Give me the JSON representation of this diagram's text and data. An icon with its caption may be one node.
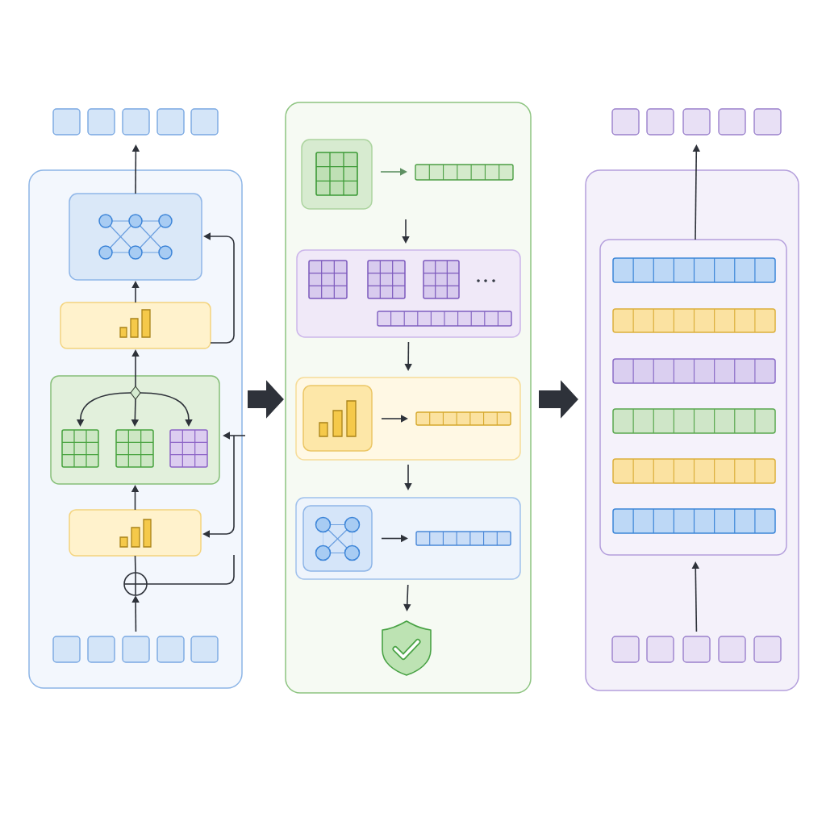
{
  "diagram": {
    "nodes": [
      {
        "text": [],
        "shape": "box"
      },
      {
        "text": [],
        "shape": "box"
      },
      {
        "text": [],
        "shape": "box"
      },
      {
        "text": [],
        "shape": "box"
      },
      {
        "text": [],
        "shape": "box"
      },
      {
        "text": [],
        "shape": "box"
      },
      {
        "text": [],
        "shape": "box",
        "in": 5
      },
      {
        "text": [],
        "shape": "box",
        "in": 5
      },
      {
        "text": [],
        "shape": "box",
        "in": 5
      },
      {
        "text": [],
        "shape": "diamond",
        "in": 8
      },
      {
        "text": [],
        "shape": "grid",
        "in": 8
      },
      {
        "text": [],
        "shape": "grid",
        "in": 8
      },
      {
        "text": [],
        "shape": "grid",
        "in": 8
      },
      {
        "text": [],
        "shape": "box",
        "in": 5
      },
      {
        "text": [],
        "shape": "circle",
        "in": 5
      },
      {
        "text": [],
        "shape": "box",
        "in": 5
      },
      {
        "text": [],
        "shape": "box",
        "in": 5
      },
      {
        "text": [],
        "shape": "box",
        "in": 5
      },
      {
        "text": [],
        "shape": "box",
        "in": 5
      },
      {
        "text": [],
        "shape": "box",
        "in": 5
      },
      {
        "text": [],
        "shape": "box"
      },
      {
        "text": [],
        "shape": "box",
        "in": 20
      },
      {
        "text": [],
        "shape": "grid",
        "in": 21
      },
      {
        "text": [],
        "shape": "bar",
        "in": 20
      },
      {
        "text": [],
        "shape": "box",
        "in": 20
      },
      {
        "text": [],
        "shape": "grid",
        "in": 24
      },
      {
        "text": [],
        "shape": "grid",
        "in": 24
      },
      {
        "text": [],
        "shape": "grid",
        "in": 24
      },
      {
        "text": [],
        "shape": "bar",
        "in": 24
      },
      {
        "text": [],
        "shape": "box",
        "in": 20
      },
      {
        "text": [],
        "shape": "box",
        "in": 29
      },
      {
        "text": [],
        "shape": "bar",
        "in": 29
      },
      {
        "text": [],
        "shape": "box",
        "in": 20
      },
      {
        "text": [],
        "shape": "box",
        "in": 32
      },
      {
        "text": [],
        "shape": "bar",
        "in": 32
      },
      {
        "text": [],
        "shape": "shield",
        "in": 20
      },
      {
        "text": [],
        "shape": "box"
      },
      {
        "text": [],
        "shape": "box"
      },
      {
        "text": [],
        "shape": "box"
      },
      {
        "text": [],
        "shape": "box"
      },
      {
        "text": [],
        "shape": "box"
      },
      {
        "text": [],
        "shape": "box"
      },
      {
        "text": [],
        "shape": "box",
        "in": 41
      },
      {
        "text": [],
        "shape": "bar",
        "in": 42
      },
      {
        "text": [],
        "shape": "bar",
        "in": 42
      },
      {
        "text": [],
        "shape": "bar",
        "in": 42
      },
      {
        "text": [],
        "shape": "bar",
        "in": 42
      },
      {
        "text": [],
        "shape": "bar",
        "in": 42
      },
      {
        "text": [],
        "shape": "bar",
        "in": 42
      },
      {
        "text": [],
        "shape": "box",
        "in": 41
      },
      {
        "text": [],
        "shape": "box",
        "in": 41
      },
      {
        "text": [],
        "shape": "box",
        "in": 41
      },
      {
        "text": [],
        "shape": "box",
        "in": 41
      },
      {
        "text": [],
        "shape": "box",
        "in": 41
      }
    ],
    "edges": [
      {
        "from": 17,
        "to": 14,
        "arrow": "to"
      },
      {
        "from": 14,
        "to": 13,
        "arrow": "none"
      },
      {
        "from": 14,
        "to": null,
        "arrow": "none"
      },
      {
        "from": null,
        "to": 8,
        "arrow": "to"
      },
      {
        "from": null,
        "to": 13,
        "arrow": "to"
      },
      {
        "from": 13,
        "to": 8,
        "arrow": "to"
      },
      {
        "from": 9,
        "to": 10,
        "arrow": "to"
      },
      {
        "from": 9,
        "to": 11,
        "arrow": "to"
      },
      {
        "from": 9,
        "to": 12,
        "arrow": "to"
      },
      {
        "from": 9,
        "to": 7,
        "arrow": "to"
      },
      {
        "from": 7,
        "to": 6,
        "arrow": "to"
      },
      {
        "from": 7,
        "to": 6,
        "arrow": "to"
      },
      {
        "from": 6,
        "to": 2,
        "arrow": "to"
      },
      {
        "from": 5,
        "to": 20,
        "arrow": "to",
        "style": "thick"
      },
      {
        "from": 21,
        "to": 23,
        "arrow": "to",
        "color": "#5f9163"
      },
      {
        "from": null,
        "to": 24,
        "arrow": "to"
      },
      {
        "from": 24,
        "to": 29,
        "arrow": "to"
      },
      {
        "from": 30,
        "to": 31,
        "arrow": "to"
      },
      {
        "from": 29,
        "to": 32,
        "arrow": "to"
      },
      {
        "from": 33,
        "to": 34,
        "arrow": "to"
      },
      {
        "from": 32,
        "to": 35,
        "arrow": "to"
      },
      {
        "from": 20,
        "to": 41,
        "arrow": "to",
        "style": "thick"
      },
      {
        "from": 51,
        "to": 42,
        "arrow": "to"
      },
      {
        "from": 42,
        "to": 38,
        "arrow": "to"
      }
    ]
  }
}
